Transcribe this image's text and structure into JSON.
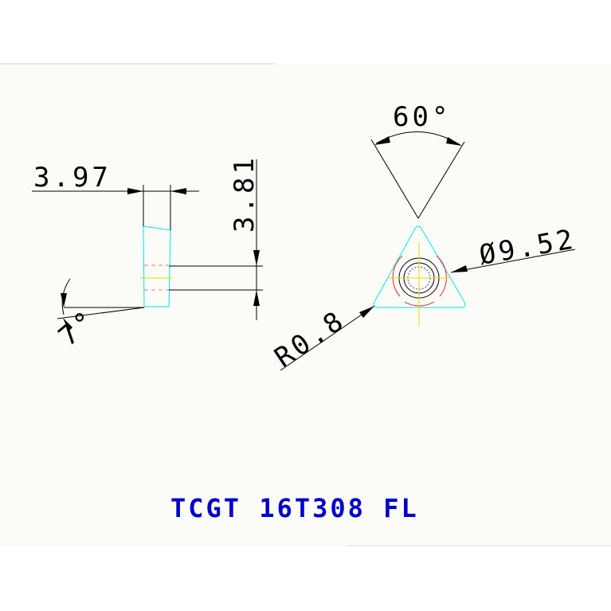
{
  "drawing": {
    "part_code": "TCGT 16T308 FL",
    "dimensions": {
      "thickness_top": "3.97",
      "height_side": "3.81",
      "clearance_angle": "7°",
      "included_angle": "60°",
      "inscribed_circle": "Ø9.52",
      "corner_radius": "R0.8"
    }
  },
  "colors": {
    "background": "#fbfcf8",
    "outline": "#00e5ee",
    "dimension": "#000000",
    "title": "#0000cc",
    "hidden": "#ff7777",
    "center": "#e8d800"
  }
}
